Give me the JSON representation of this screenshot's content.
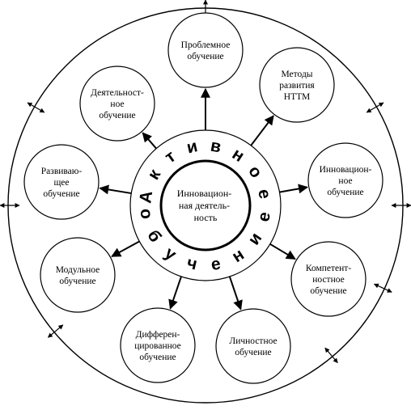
{
  "center": {
    "lines": [
      "Инновацион-",
      "ная деятель-",
      "ность"
    ]
  },
  "ring_text": {
    "top": [
      "А",
      "к",
      "т",
      "и",
      "в",
      "н",
      "о",
      "е"
    ],
    "bottom": [
      "о",
      "б",
      "у",
      "ч",
      "е",
      "н",
      "и",
      "е"
    ]
  },
  "nodes": [
    {
      "id": "problem",
      "lines": [
        "Проблемное",
        "обучение"
      ]
    },
    {
      "id": "methods",
      "lines": [
        "Методы",
        "развития",
        "НТТМ"
      ]
    },
    {
      "id": "innovation",
      "lines": [
        "Инновацион-",
        "ное",
        "обучение"
      ]
    },
    {
      "id": "competence",
      "lines": [
        "Компетент-",
        "ностное",
        "обучение"
      ]
    },
    {
      "id": "personal",
      "lines": [
        "Личностное",
        "обучение"
      ]
    },
    {
      "id": "differentiated",
      "lines": [
        "Дифферен-",
        "цированное",
        "обучение"
      ]
    },
    {
      "id": "modular",
      "lines": [
        "Модульное",
        "обучение"
      ]
    },
    {
      "id": "developing",
      "lines": [
        "Развиваю-",
        "щее",
        "обучение"
      ]
    },
    {
      "id": "activity",
      "lines": [
        "Деятельност-",
        "ное",
        "обучение"
      ]
    }
  ]
}
